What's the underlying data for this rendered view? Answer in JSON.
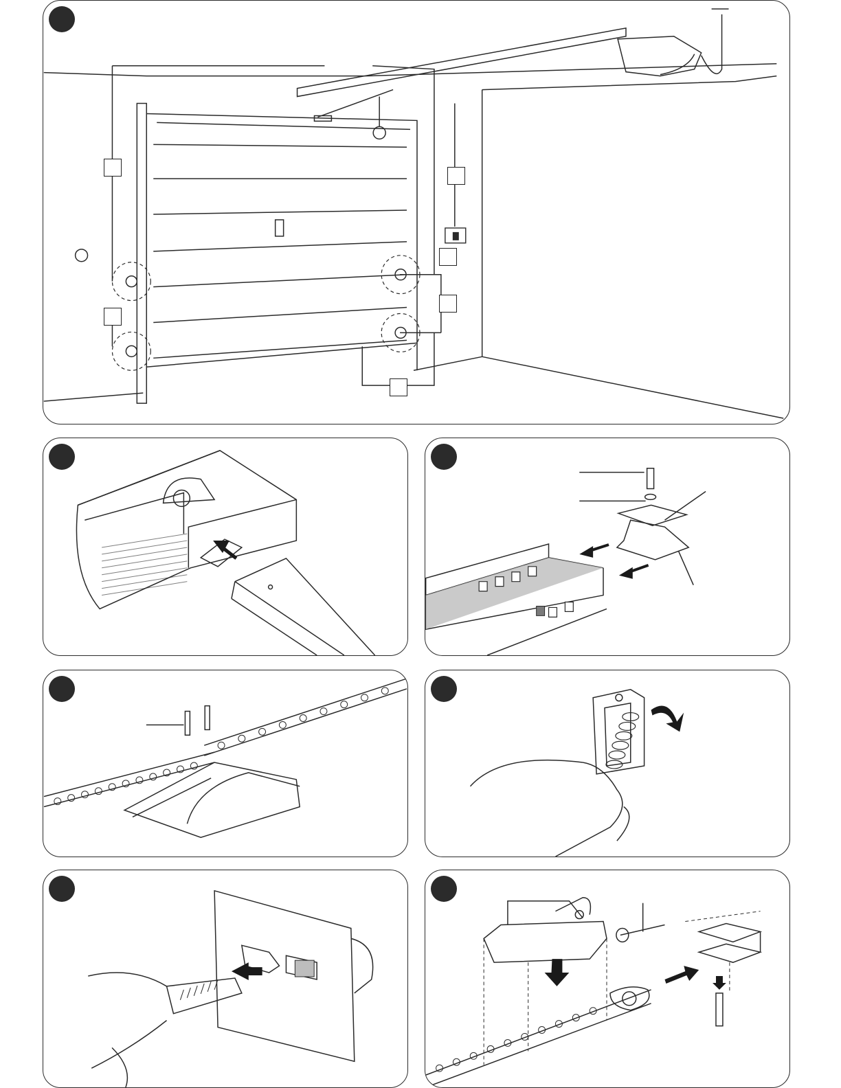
{
  "page": {
    "background": "#ffffff",
    "line_color": "#2a2a2a",
    "badge_color": "#2b2b2b",
    "shade_color": "#bdbdbd"
  },
  "panels": [
    {
      "id": "panel-1",
      "subject": "garage-overview-icon"
    },
    {
      "id": "panel-2",
      "subject": "motor-head-rail-insert-icon"
    },
    {
      "id": "panel-3",
      "subject": "rail-bracket-screw-icon"
    },
    {
      "id": "panel-4",
      "subject": "chain-shuttle-screws-icon"
    },
    {
      "id": "panel-5",
      "subject": "clip-spring-icon"
    },
    {
      "id": "panel-6",
      "subject": "clip-into-plate-icon"
    },
    {
      "id": "panel-7",
      "subject": "shuttle-pulley-assembly-icon"
    }
  ]
}
